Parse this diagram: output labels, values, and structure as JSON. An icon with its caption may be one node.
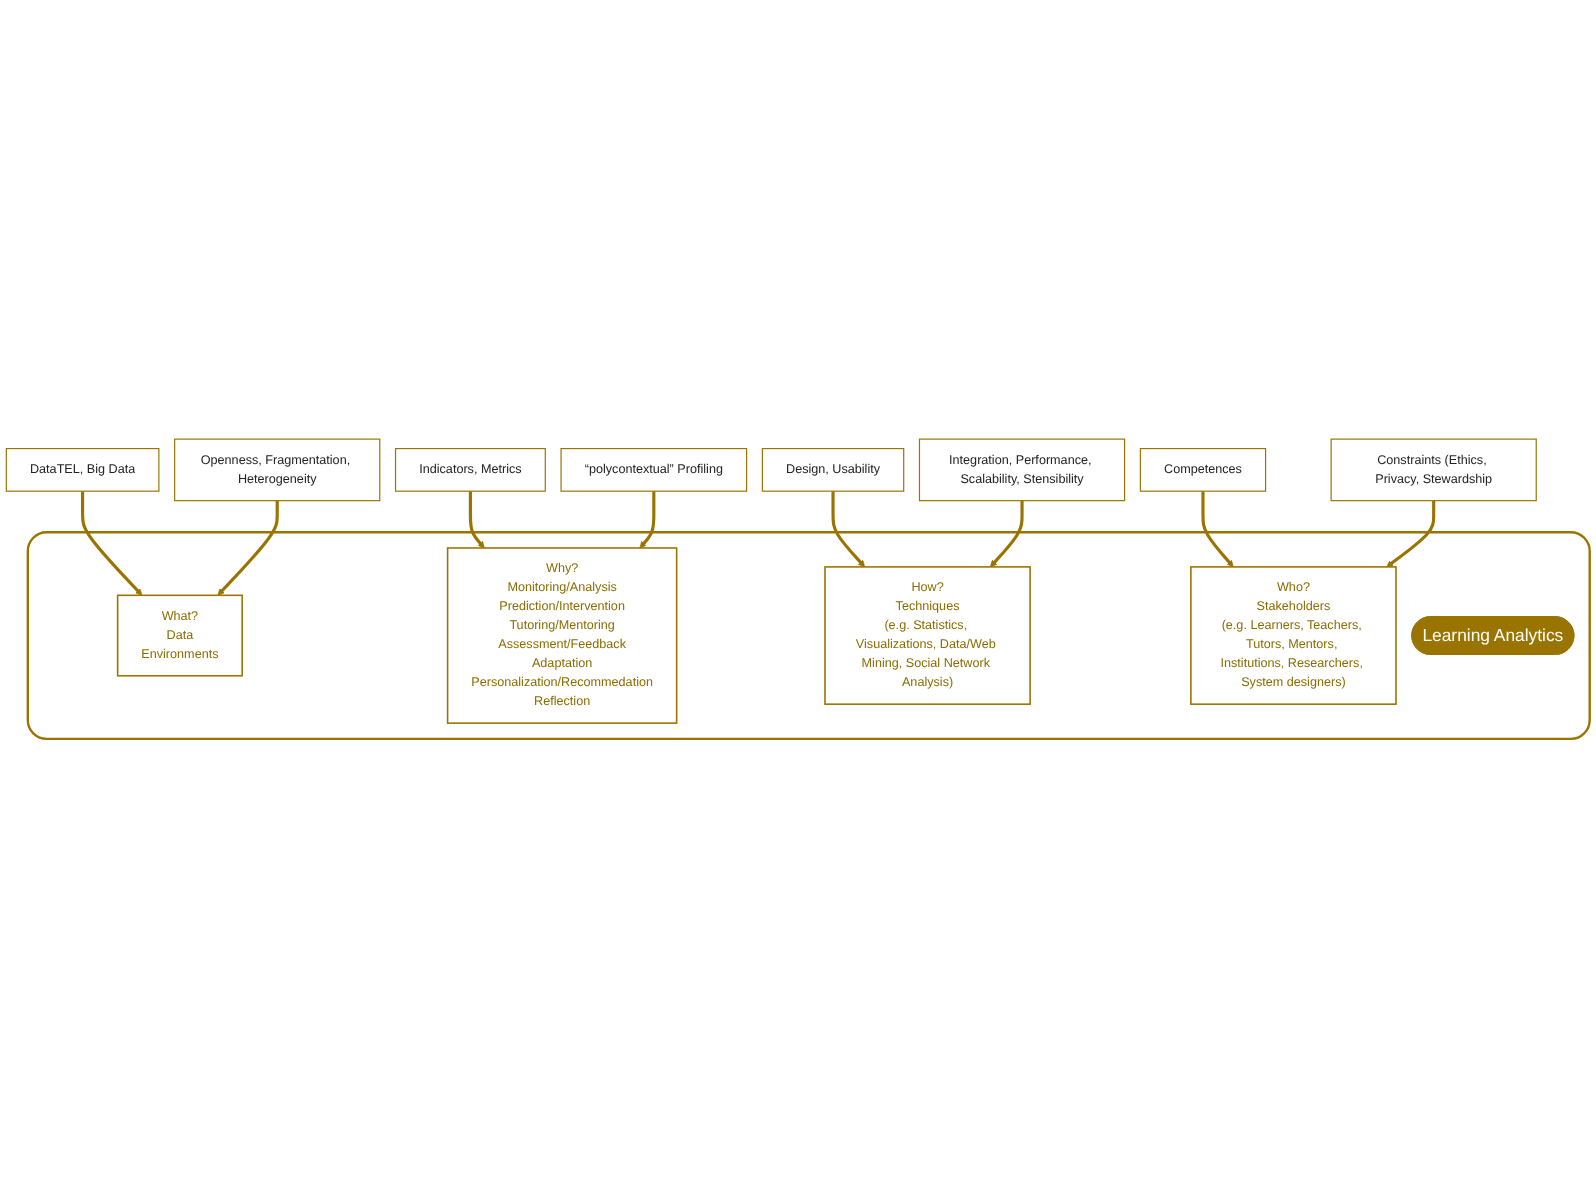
{
  "diagram": {
    "nodes": [
      {
        "text": [],
        "shape": "box"
      },
      {
        "text": [
          "What?",
          "Data",
          "Environments"
        ],
        "in": 0
      },
      {
        "text": [
          "Why?",
          "Monitoring/Analysis",
          "Prediction/Intervention",
          "Tutoring/Mentoring",
          "Assessment/Feedback",
          "Adaptation",
          "Personalization/Recommedation",
          "Reflection"
        ],
        "in": 0
      },
      {
        "text": [
          "How?",
          "Techniques",
          "(e.g. Statistics, Visualizations, Data/Web Mining, Social Network Analysis)"
        ],
        "in": 0
      },
      {
        "text": [
          "Who?",
          "Stakeholders",
          "(e.g. Learners, Teachers, Tutors, Mentors, Institutions, Researchers, System designers)"
        ],
        "in": 0
      },
      {
        "text": [
          "Learning Analytics"
        ],
        "in": 0
      },
      {
        "text": [
          "DataTEL, Big Data"
        ]
      },
      {
        "text": [
          "Indicators, Metrics"
        ]
      },
      {
        "text": [
          "Openness, Fragmentation, Heterogeneity"
        ]
      },
      {
        "text": [
          "“polycontextual” Profiling"
        ]
      },
      {
        "text": [
          "Design, Usability"
        ]
      },
      {
        "text": [
          "Competences"
        ]
      },
      {
        "text": [
          "Integration, Performance, Scalability, Stensibility"
        ]
      },
      {
        "text": [
          "Constraints (Ethics, Privacy, Stewardship"
        ]
      }
    ],
    "edges": [
      {
        "from": 6,
        "to": 1,
        "arrow": "to"
      },
      {
        "from": 7,
        "to": 2,
        "arrow": "to"
      },
      {
        "from": 8,
        "to": 1,
        "arrow": "to"
      },
      {
        "from": 9,
        "to": 2,
        "arrow": "to"
      },
      {
        "from": 10,
        "to": 3,
        "arrow": "to"
      },
      {
        "from": 11,
        "to": 4,
        "arrow": "to"
      },
      {
        "from": 12,
        "to": 3,
        "arrow": "to"
      },
      {
        "from": 13,
        "to": 4,
        "arrow": "to"
      }
    ]
  }
}
